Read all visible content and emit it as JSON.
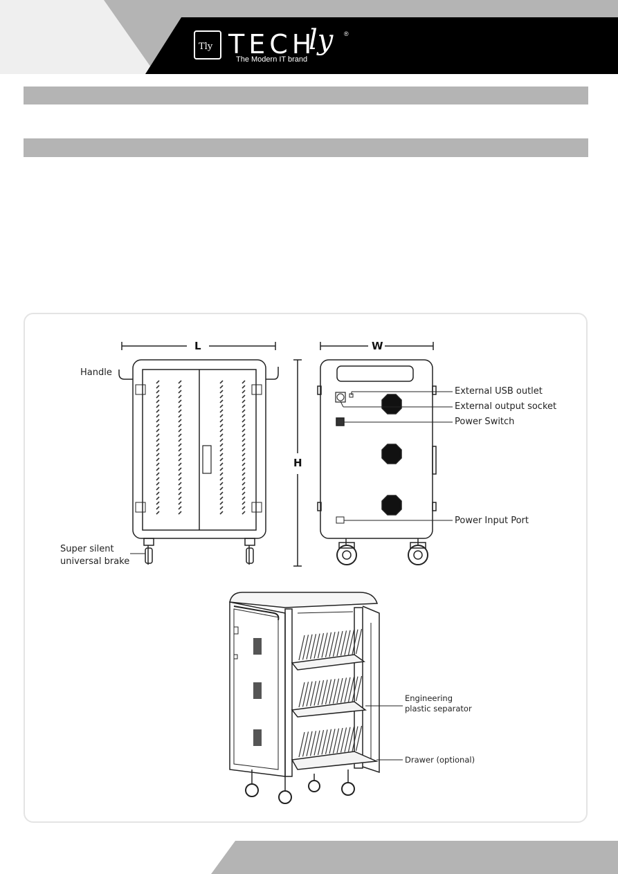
{
  "brand": {
    "logo_mark": "Tly",
    "name": "TECH",
    "name_script": "ly",
    "registered": "®",
    "tagline": "The Modern IT brand"
  },
  "colors": {
    "header_black": "#000000",
    "header_gray": "#b4b4b4",
    "section_bar": "#b4b4b4",
    "panel_border": "#e4e4e4"
  },
  "figure_front": {
    "dim_length": "L",
    "dim_height": "H",
    "label_handle": "Handle",
    "label_brake_line1": "Super silent",
    "label_brake_line2": "universal brake"
  },
  "figure_side": {
    "dim_width": "W",
    "label_usb": "External USB outlet",
    "label_output": "External output socket",
    "label_switch": "Power Switch",
    "label_input": "Power Input Port"
  },
  "figure_iso": {
    "label_separator_line1": "Engineering",
    "label_separator_line2": "plastic separator",
    "label_drawer": "Drawer (optional)"
  }
}
